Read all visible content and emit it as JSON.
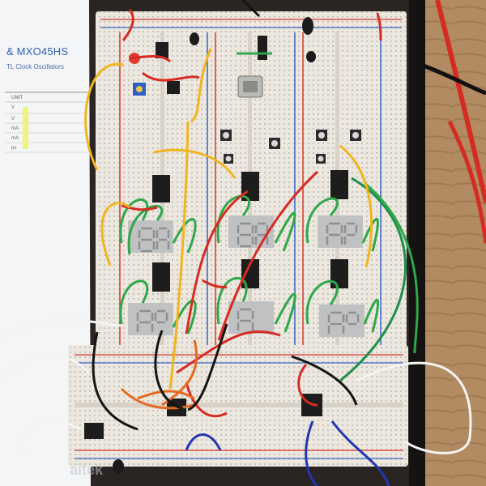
{
  "scene": {
    "datasheet": {
      "title_fragment": "& MXO45HS",
      "subtitle_fragment": "TL Clock Oscillators",
      "table_header": "UNIT",
      "table_units": [
        "V",
        "V",
        "mA",
        "mA",
        "ps"
      ]
    },
    "base_logo_fragment": "aitek",
    "colors": {
      "background": "#2a2523",
      "breadboard": "#ece7df",
      "rail_red": "#d33a2f",
      "rail_blue": "#3a66c8",
      "wire_green": "#2fa74a",
      "wire_red": "#d62b22",
      "wire_yellow": "#f0b51f",
      "wire_black": "#141414",
      "wire_white": "#f4f4f4",
      "chip": "#1d1d1d",
      "seven_segment_display": "#bfc1c2"
    },
    "icons": [
      "led-icon",
      "potentiometer-icon",
      "crystal-oscillator-icon",
      "push-button-icon",
      "seven-segment-display-icon",
      "ic-chip-icon"
    ]
  }
}
